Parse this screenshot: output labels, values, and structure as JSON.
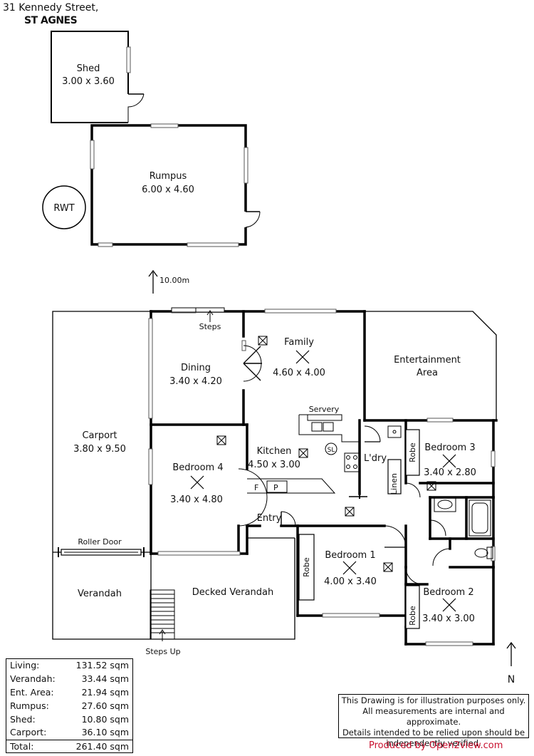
{
  "header": {
    "address_line1": "31 Kennedy Street,",
    "address_line2": "ST AGNES"
  },
  "rooms": {
    "shed": {
      "name": "Shed",
      "dims": "3.00 x 3.60"
    },
    "rumpus": {
      "name": "Rumpus",
      "dims": "6.00 x 4.60"
    },
    "rwt": {
      "name": "RWT"
    },
    "dining": {
      "name": "Dining",
      "dims": "3.40 x 4.20"
    },
    "family": {
      "name": "Family",
      "dims": "4.60 x 4.00"
    },
    "entertainment": {
      "name_line1": "Entertainment",
      "name_line2": "Area"
    },
    "carport": {
      "name": "Carport",
      "dims": "3.80 x 9.50"
    },
    "bedroom4": {
      "name": "Bedroom 4",
      "dims": "3.40 x 4.80"
    },
    "kitchen": {
      "name": "Kitchen",
      "dims": "4.50 x 3.00"
    },
    "servery": {
      "name": "Servery"
    },
    "laundry": {
      "name": "L'dry"
    },
    "bedroom3": {
      "name": "Bedroom 3",
      "dims": "3.40 x 2.80"
    },
    "bedroom1": {
      "name": "Bedroom 1",
      "dims": "4.00 x 3.40"
    },
    "bedroom2": {
      "name": "Bedroom 2",
      "dims": "3.40 x 3.00"
    },
    "verandah": {
      "name": "Verandah"
    },
    "decked_verandah": {
      "name": "Decked Verandah"
    }
  },
  "labels": {
    "steps": "Steps",
    "steps_up": "Steps Up",
    "entry": "Entry",
    "roller_door": "Roller Door",
    "robe": "Robe",
    "linen": "Linen",
    "fridge": "F",
    "pantry": "P",
    "smoke_alarm": "SL",
    "distance": "10.00m",
    "north": "N"
  },
  "areas": [
    {
      "label": "Living:",
      "value": "131.52 sqm"
    },
    {
      "label": "Verandah:",
      "value": "33.44 sqm"
    },
    {
      "label": "Ent. Area:",
      "value": "21.94 sqm"
    },
    {
      "label": "Rumpus:",
      "value": "27.60 sqm"
    },
    {
      "label": "Shed:",
      "value": "10.80 sqm"
    },
    {
      "label": "Carport:",
      "value": "36.10 sqm"
    }
  ],
  "total": {
    "label": "Total:",
    "value": "261.40 sqm"
  },
  "disclaimer": {
    "line1": "This Drawing is for illustration purposes only.",
    "line2": "All measurements are internal and  approximate.",
    "line3": "Details intended to be relied upon should be",
    "line4": "independently verified."
  },
  "producer": "Produced by Open2view.com",
  "colors": {
    "wall": "#000000",
    "thin_line": "#333333",
    "producer_text": "#c8102e"
  }
}
